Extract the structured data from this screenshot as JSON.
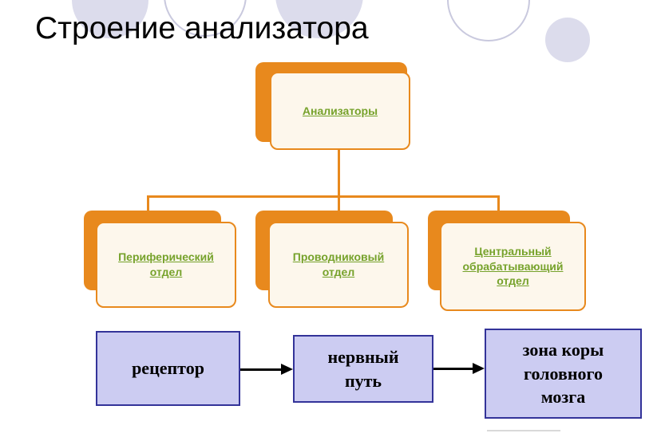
{
  "slide": {
    "title": "Строение анализатора"
  },
  "hierarchy": {
    "root": {
      "label": "Анализаторы"
    },
    "children": [
      {
        "label": "Периферический отдел"
      },
      {
        "label": "Проводниковый отдел"
      },
      {
        "label": "Центральный обрабатывающий отдел"
      }
    ]
  },
  "flow": {
    "steps": [
      {
        "label": "рецептор"
      },
      {
        "label": "нервный путь"
      },
      {
        "label": "зона коры головного мозга"
      }
    ]
  },
  "colors": {
    "orange": "#e8891d",
    "node_fill": "#fdf7ec",
    "green_text": "#76a22b",
    "flow_fill": "#ccccf2",
    "flow_border": "#333399",
    "circle_fill": "#dcdcec",
    "circle_outline": "#c9c9de"
  }
}
